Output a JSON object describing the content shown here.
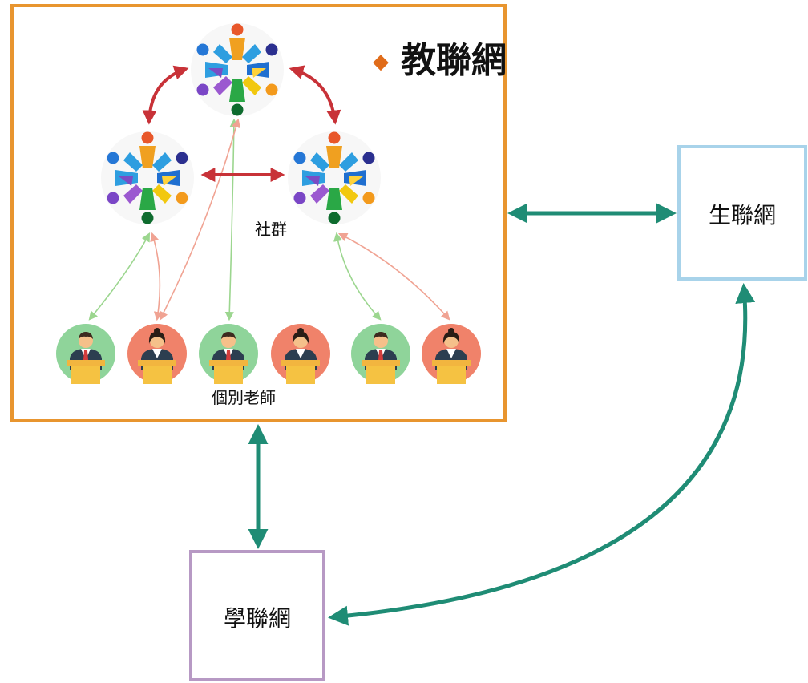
{
  "diagram": {
    "teacher_network": {
      "title": "教聯網",
      "title_bullet_color": "#e06c1a",
      "border_color": "#e8952f",
      "community_label": "社群",
      "teachers_label": "個別老師",
      "community_nodes": 3,
      "teachers": [
        {
          "gender": "male",
          "bg": "#8fd49a"
        },
        {
          "gender": "female",
          "bg": "#f0826a"
        },
        {
          "gender": "male",
          "bg": "#8fd49a"
        },
        {
          "gender": "female",
          "bg": "#f0826a"
        },
        {
          "gender": "male",
          "bg": "#8fd49a"
        },
        {
          "gender": "female",
          "bg": "#f0826a"
        }
      ]
    },
    "student_network": {
      "label": "生聯網",
      "border_color": "#a8d3ea"
    },
    "school_network": {
      "label": "學聯網",
      "border_color": "#b799c4"
    },
    "colors": {
      "connector": "#1f8c75",
      "community_arrow": "#c83238",
      "teacher_link_green": "#9cd68f",
      "teacher_link_red": "#f0a393"
    }
  }
}
